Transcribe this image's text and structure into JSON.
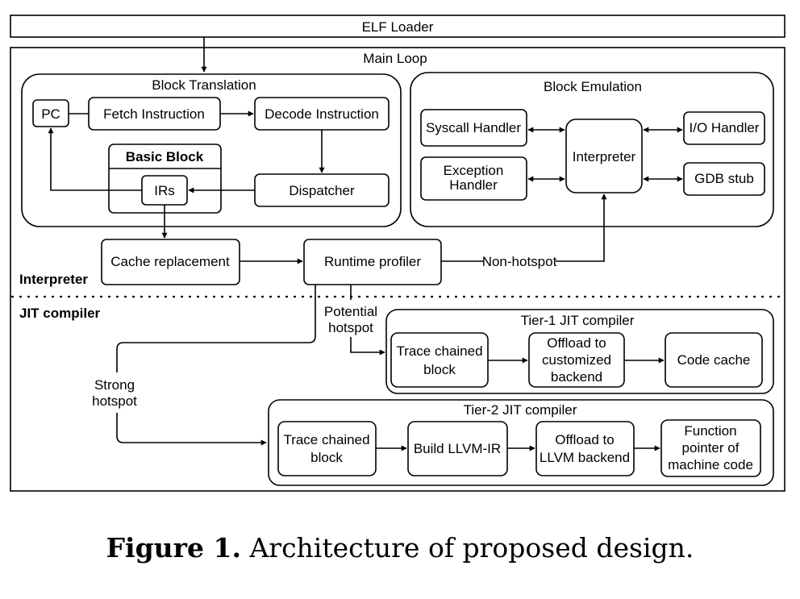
{
  "elf_loader": "ELF Loader",
  "main_loop": "Main Loop",
  "block_translation": {
    "title": "Block Translation",
    "pc": "PC",
    "fetch": "Fetch Instruction",
    "decode": "Decode Instruction",
    "basic_block": "Basic Block",
    "irs": "IRs",
    "dispatcher": "Dispatcher"
  },
  "block_emulation": {
    "title": "Block Emulation",
    "syscall": "Syscall Handler",
    "exception_line1": "Exception",
    "exception_line2": "Handler",
    "interpreter": "Interpreter",
    "io": "I/O Handler",
    "gdb": "GDB stub"
  },
  "cache_replacement": "Cache replacement",
  "runtime_profiler": "Runtime profiler",
  "non_hotspot": "Non-hotspot",
  "interpreter_section": "Interpreter",
  "jit_section": "JIT compiler",
  "potential_hotspot_line1": "Potential",
  "potential_hotspot_line2": "hotspot",
  "strong_hotspot_line1": "Strong",
  "strong_hotspot_line2": "hotspot",
  "tier1": {
    "title": "Tier-1 JIT compiler",
    "trace_line1": "Trace chained",
    "trace_line2": "block",
    "offload_line1": "Offload to",
    "offload_line2": "customized",
    "offload_line3": "backend",
    "code_cache": "Code cache"
  },
  "tier2": {
    "title": "Tier-2 JIT compiler",
    "trace_line1": "Trace chained",
    "trace_line2": "block",
    "build": "Build LLVM-IR",
    "offload_line1": "Offload to",
    "offload_line2": "LLVM backend",
    "fp_line1": "Function",
    "fp_line2": "pointer of",
    "fp_line3": "machine code"
  },
  "caption": {
    "label": "Figure 1.",
    "text": "Architecture of proposed design."
  }
}
